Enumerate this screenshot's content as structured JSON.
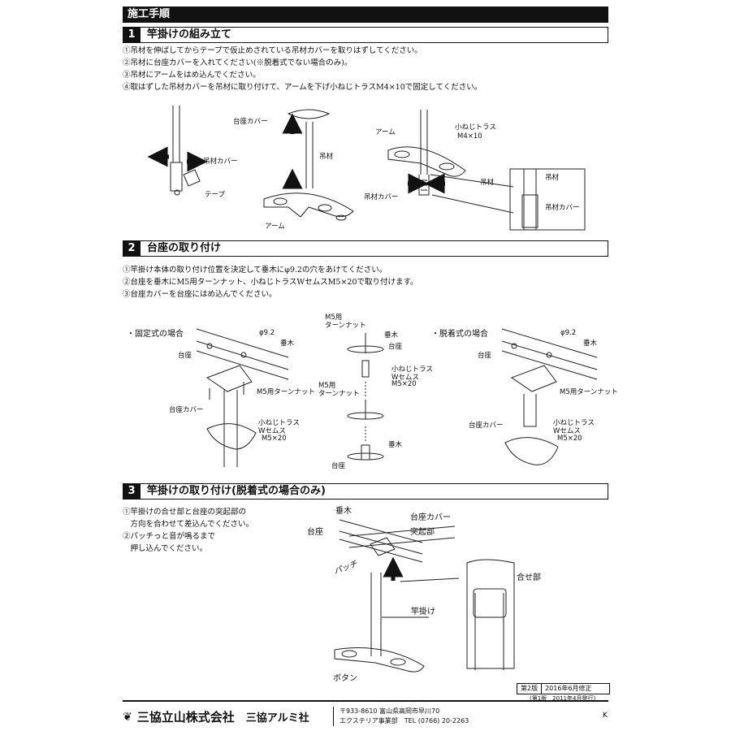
{
  "header": {
    "title": "施工手順"
  },
  "sections": [
    {
      "number": "1",
      "title": "竿掛けの組み立て",
      "steps": [
        "①吊材を伸ばしてからテープで仮止めされている吊材カバーを取りはずしてください。",
        "②吊材に台座カバーを入れてください(※脱着式でない場合のみ)。",
        "③吊材にアームをはめ込んでください。",
        "④取はずした吊材カバーを吊材に取り付けて、アームを下げ小ねじトラスM4×10で固定してください。"
      ],
      "labels": {
        "tsuzai_cover": "吊材カバー",
        "tape": "テープ",
        "daiza_cover": "台座カバー",
        "tsuzai": "吊材",
        "arm": "アーム",
        "koneji": "小ねじトラス",
        "m4x10": "M4×10",
        "arm2": "アーム",
        "tsuzai2": "吊材",
        "tsuzai_cover2": "吊材カバー",
        "detail_tsuzai": "吊材",
        "detail_cover": "吊材カバー"
      }
    },
    {
      "number": "2",
      "title": "台座の取り付け",
      "steps": [
        "①竿掛け本体の取り付け位置を決定して垂木にφ9.2の穴をあけてください。",
        "②台座を垂木にM5用ターンナット、小ねじトラスWセムスM5×20で取り付けます。",
        "③台座カバーを台座にはめ込んでください。"
      ],
      "labels": {
        "fixed_case": "・固定式の場合",
        "removable_case": "・脱着式の場合",
        "phi": "φ9.2",
        "taruki": "垂木",
        "daiza": "台座",
        "turn_nut": "M5用ターンナット",
        "daiza_cover": "台座カバー",
        "koneji": "小ねじトラス",
        "wsems": "Wセムス",
        "m5x20": "M5×20",
        "c_turn_nut_1": "M5用",
        "c_turn_nut_2": "ターンナット",
        "c_taruki": "垂木",
        "c_daiza": "台座",
        "c_koneji": "小ねじトラス",
        "c_wsems": "Wセムス",
        "c_m5x20": "M5×20",
        "c_turn_nut2_1": "M5用",
        "c_turn_nut2_2": "ターンナット",
        "c_taruki2": "垂木",
        "c_daiza2": "台座",
        "r_phi": "φ9.2",
        "r_taruki": "垂木",
        "r_daiza": "台座",
        "r_turn_nut": "M5用ターンナット",
        "r_daiza_cover": "台座カバー",
        "r_koneji": "小ねじトラス",
        "r_wsems": "Wセムス",
        "r_m5x20": "M5×20"
      }
    },
    {
      "number": "3",
      "title": "竿掛けの取り付け(脱着式の場合のみ)",
      "steps": [
        "①竿掛けの合せ部と台座の突起部の",
        "　方向を合わせて差込んでください。",
        "②パッチっと音が鳴るまで",
        "　押し込んでください。"
      ],
      "labels": {
        "taruki": "垂木",
        "daiza_cover": "台座カバー",
        "daiza": "台座",
        "tokki": "突起部",
        "pachi": "パッチ",
        "awase": "合せ部",
        "saokake": "竿掛け",
        "button": "ボタン"
      }
    }
  ],
  "footer": {
    "version": "第2版",
    "revised": "2016年6月修正",
    "first_edition": "(第1版　2011年4月発行)",
    "company": "三協立山株式会社",
    "company_sub": "三協アルミ社",
    "address_line1": "〒933-8610 富山県高岡市早川70",
    "address_line2": "エクステリア事業部　TEL (0766) 20-2263",
    "page_letter": "K"
  }
}
